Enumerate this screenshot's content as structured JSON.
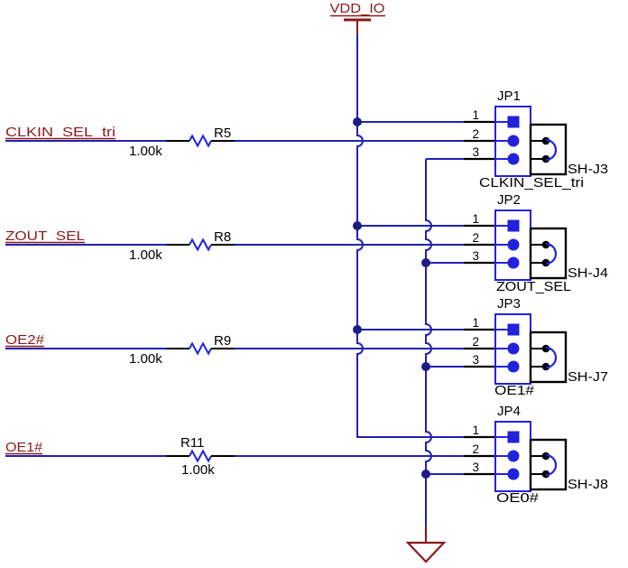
{
  "power": {
    "label": "VDD_IO"
  },
  "ground": {
    "type": "earth-triangle"
  },
  "signals": [
    {
      "label": "CLKIN_SEL_tri",
      "resistor_ref": "R5",
      "resistor_value": "1.00k"
    },
    {
      "label": "ZOUT_SEL",
      "resistor_ref": "R8",
      "resistor_value": "1.00k"
    },
    {
      "label": "OE2#",
      "resistor_ref": "R9",
      "resistor_value": "1.00k"
    },
    {
      "label": "OE1#",
      "resistor_ref": "R11",
      "resistor_value": "1.00k"
    }
  ],
  "jumpers": [
    {
      "ref": "JP1",
      "pins": [
        "1",
        "2",
        "3"
      ],
      "net_label": "CLKIN_SEL_tri",
      "shunt_label": "SH-J3"
    },
    {
      "ref": "JP2",
      "pins": [
        "1",
        "2",
        "3"
      ],
      "net_label": "ZOUT_SEL",
      "shunt_label": "SH-J4"
    },
    {
      "ref": "JP3",
      "pins": [
        "1",
        "2",
        "3"
      ],
      "net_label": "OE1#",
      "shunt_label": "SH-J7"
    },
    {
      "ref": "JP4",
      "pins": [
        "1",
        "2",
        "3"
      ],
      "net_label": "OE0#",
      "shunt_label": "SH-J8"
    }
  ],
  "colors": {
    "wire_blue": "#2121b4",
    "component_blue": "#2222dd",
    "junction_navy": "#1c1c86",
    "net_maroon": "#8b1a1a",
    "black": "#000000",
    "background": "#ffffff"
  }
}
